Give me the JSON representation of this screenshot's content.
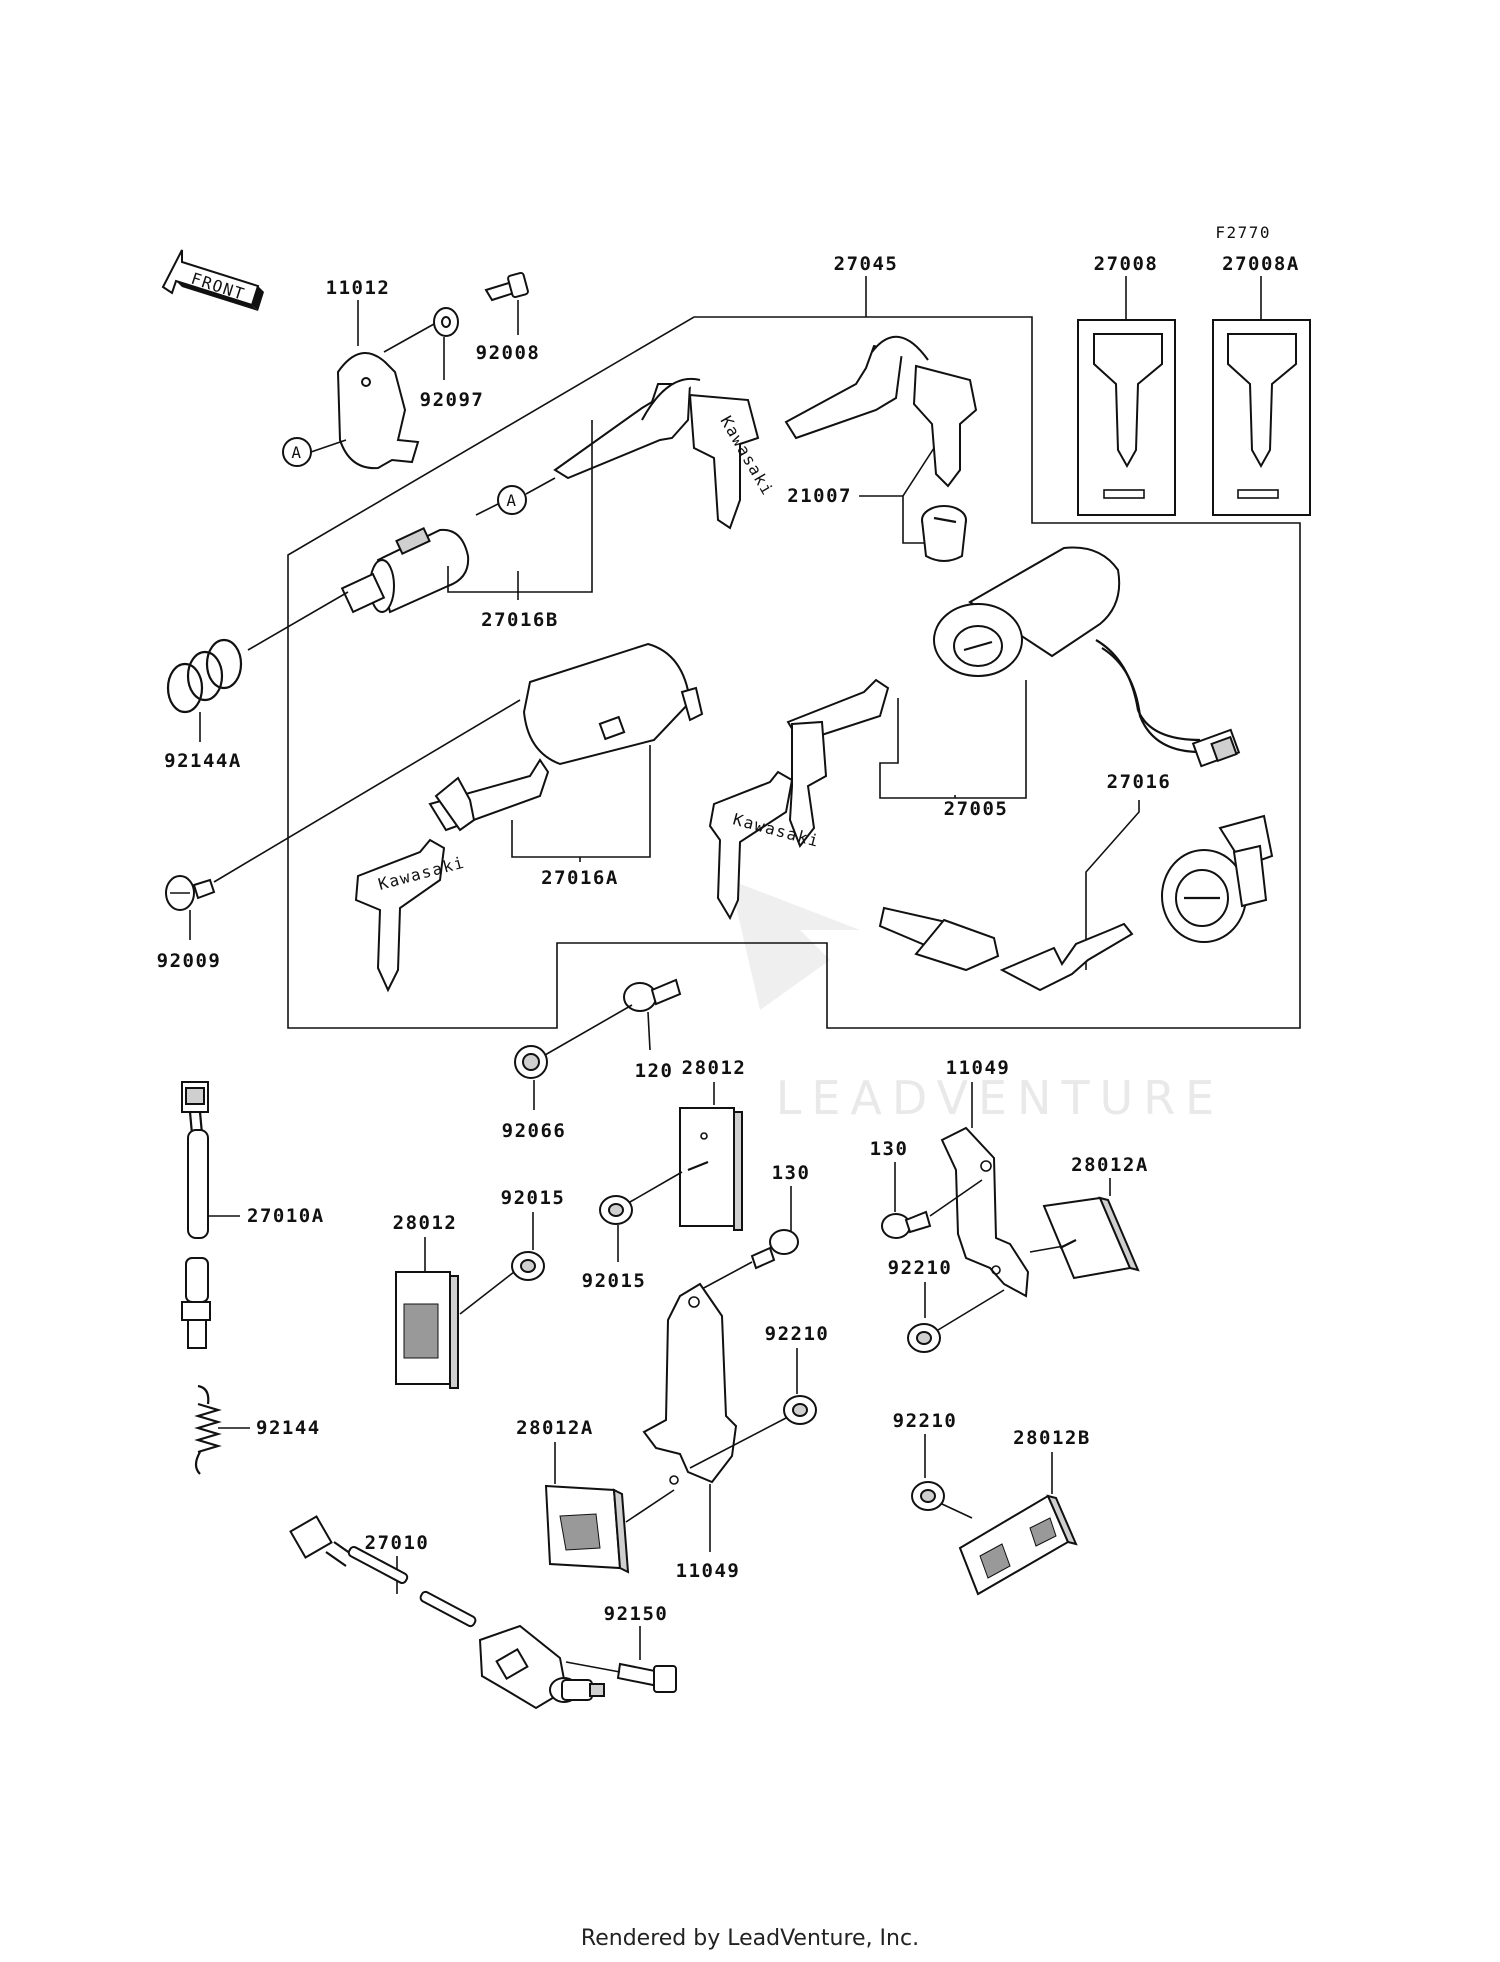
{
  "diagram_code": "F2770",
  "front_arrow_label": "FRONT",
  "callout_letter": "A",
  "watermark_text": "LEADVENTURE",
  "footer_text": "Rendered by LeadVenture, Inc.",
  "key_brand": "Kawasaki",
  "part_labels": {
    "p11012": "11012",
    "p92008": "92008",
    "p92097": "92097",
    "p27045": "27045",
    "p27008": "27008",
    "p27008A": "27008A",
    "p21007": "21007",
    "p27016B": "27016B",
    "p92144A": "92144A",
    "p27016A": "27016A",
    "p27005": "27005",
    "p27016": "27016",
    "p92009": "92009",
    "p120": "120",
    "p92066": "92066",
    "p28012_top": "28012",
    "p11049_top": "11049",
    "p28012A_right": "28012A",
    "p130_right": "130",
    "p92210_right": "92210",
    "p27010A": "27010A",
    "p92015_left": "92015",
    "p28012_left": "28012",
    "p130_mid": "130",
    "p92015_mid": "92015",
    "p92210_mid": "92210",
    "p92144": "92144",
    "p28012A_mid": "28012A",
    "p11049_mid": "11049",
    "p92210_low": "92210",
    "p28012B": "28012B",
    "p27010": "27010",
    "p92150": "92150"
  }
}
